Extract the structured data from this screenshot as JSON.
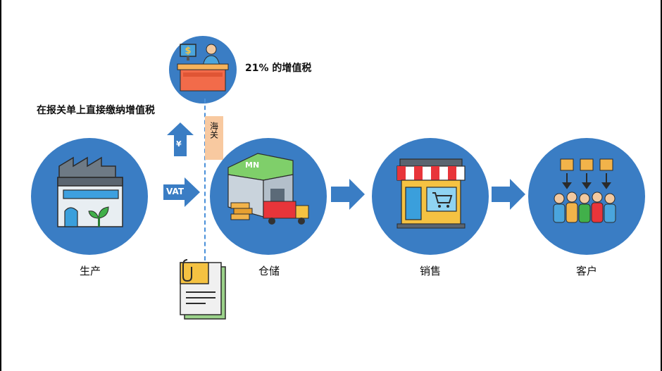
{
  "vat_rate_label": "21% 的增值税",
  "direct_payment_label": "在报关单上直接缴纳增值税",
  "customs_label": "海关",
  "yen_symbol": "¥",
  "vat_arrow_label": "VAT",
  "warehouse_roof_text": "MN",
  "stages": [
    {
      "key": "production",
      "label": "生产",
      "icon": "factory-icon"
    },
    {
      "key": "warehouse",
      "label": "仓储",
      "icon": "warehouse-icon"
    },
    {
      "key": "sales",
      "label": "销售",
      "icon": "store-icon"
    },
    {
      "key": "customers",
      "label": "客户",
      "icon": "customers-icon"
    }
  ],
  "colors": {
    "circle": "#3a7dc4",
    "arrow": "#3a7dc4",
    "customs_tag": "#f8c9a0",
    "dashed_line": "#4a90d9"
  }
}
